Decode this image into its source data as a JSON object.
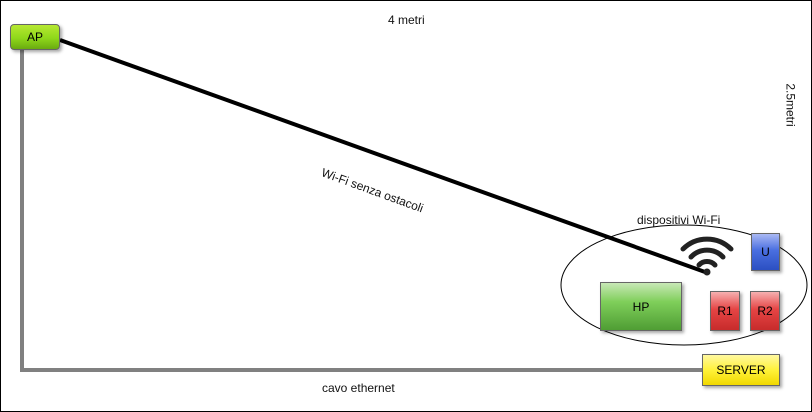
{
  "labels": {
    "width": "4 metri",
    "height": "2.5metri",
    "wifi_link": "Wi-Fi senza ostacoli",
    "cable": "cavo ethernet",
    "group": "dispositivi Wi-Fi"
  },
  "nodes": {
    "ap": "AP",
    "server": "SERVER",
    "hp": "HP",
    "u": "U",
    "r1": "R1",
    "r2": "R2"
  },
  "icons": {
    "wifi": "wifi-icon"
  },
  "colors": {
    "ap": "#8fd81a",
    "server": "#fff23a",
    "hp": "#6fbf4b",
    "u": "#4a6fe0",
    "r": "#e64545",
    "cable": "#808080",
    "wifi_line": "#000000"
  }
}
